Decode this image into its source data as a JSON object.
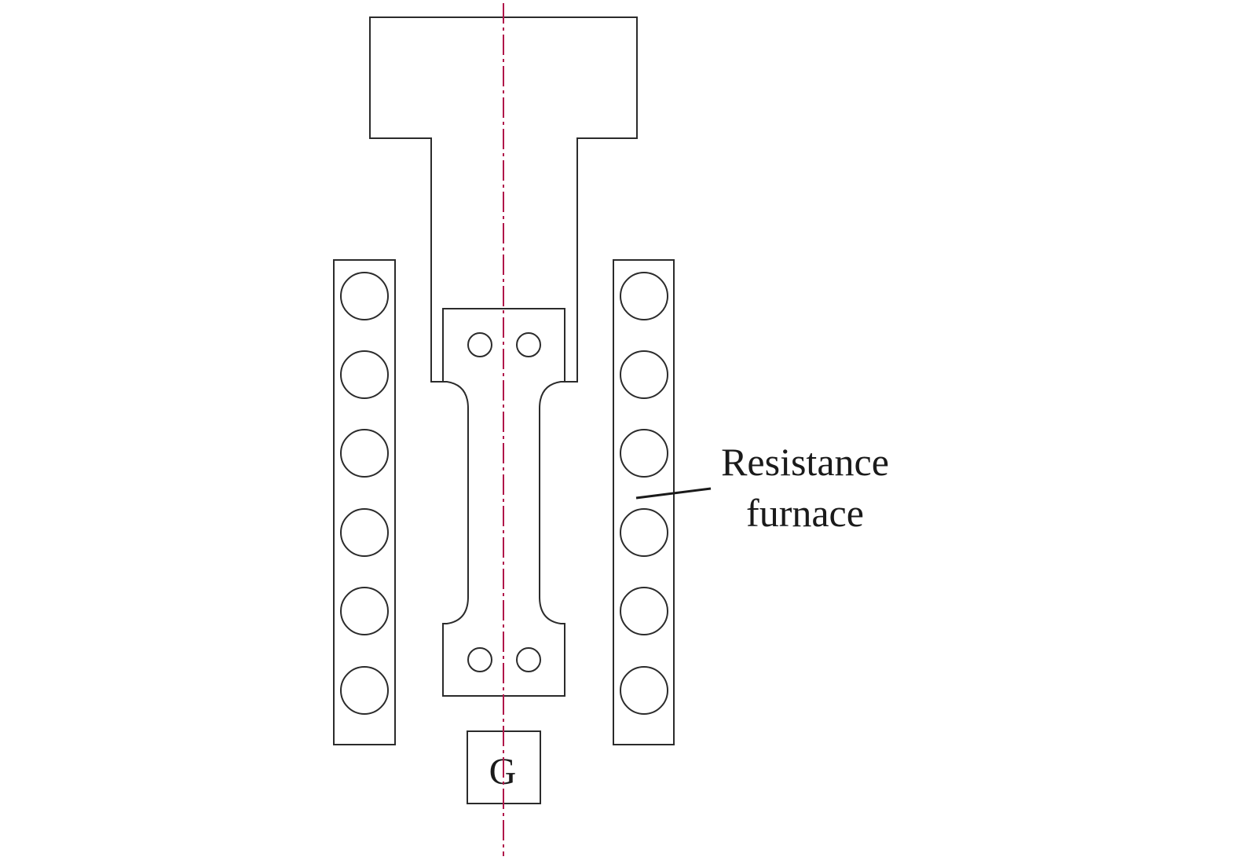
{
  "labels": {
    "furnace_line1": "Resistance",
    "furnace_line2": "furnace",
    "weight": "G"
  },
  "colors": {
    "stroke": "#2b2b2b",
    "centerline": "#b0174a",
    "text": "#1a1a1a"
  }
}
